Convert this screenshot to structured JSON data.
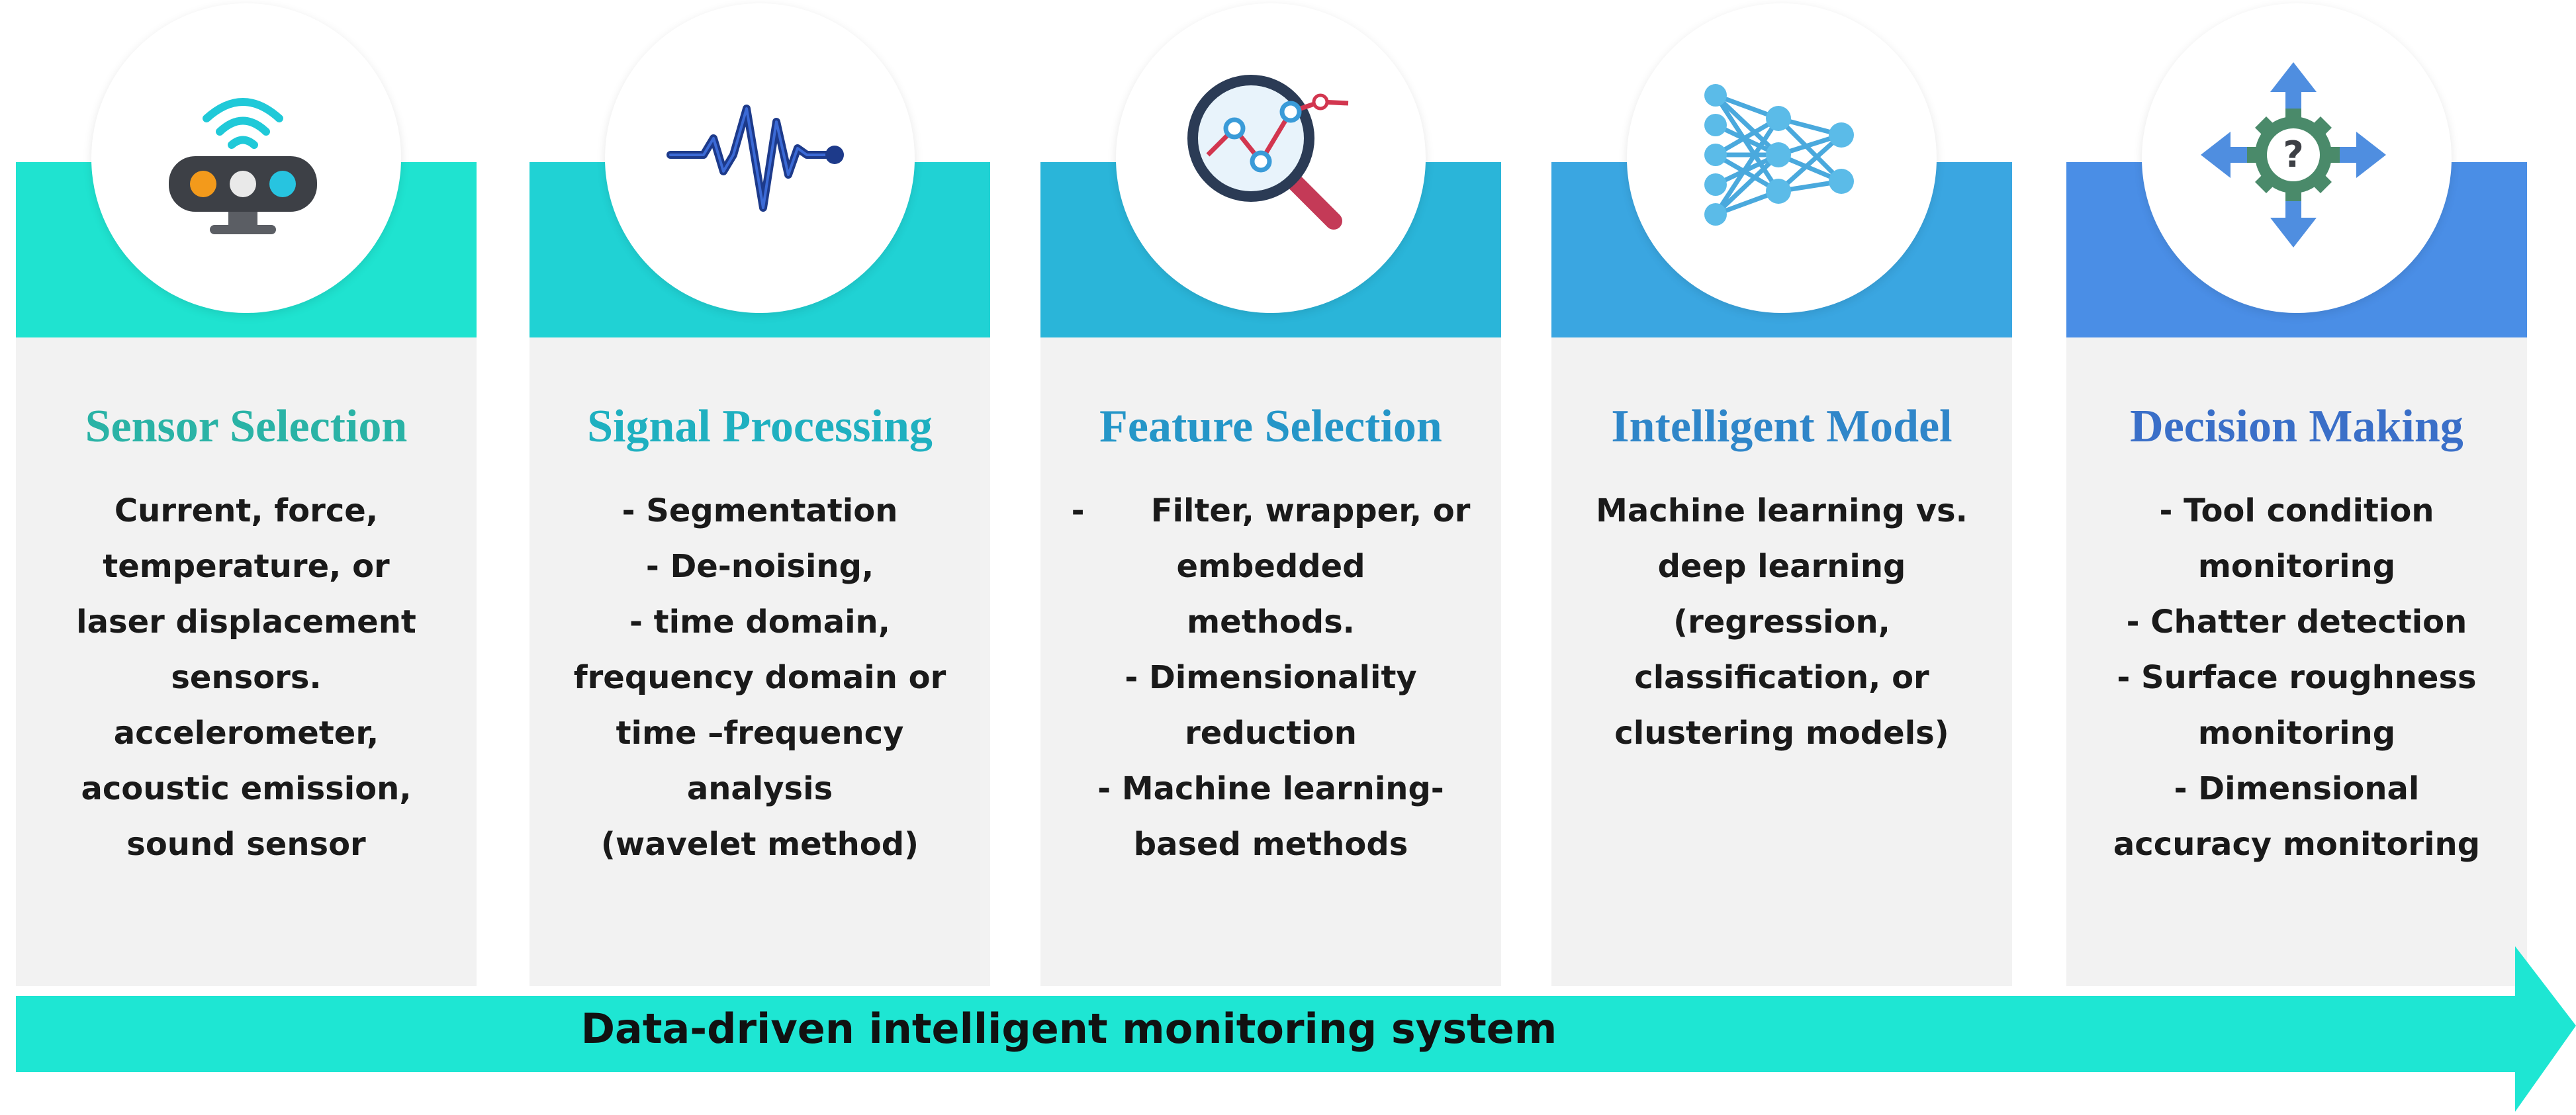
{
  "footer": {
    "label": "Data-driven intelligent monitoring system"
  },
  "colors": {
    "background": "#ffffff",
    "panel": "#f2f2f2",
    "arrow": "#1ee6d3",
    "text": "#1a1a1a"
  },
  "stages": [
    {
      "title": "Sensor Selection",
      "icon": "sensor-wifi-icon",
      "accent": "#1fe3d0",
      "title_color": "#2ab3a6",
      "lines": [
        "Current, force,",
        "temperature, or",
        "laser displacement",
        "sensors.",
        "accelerometer,",
        "acoustic emission,",
        "sound sensor"
      ]
    },
    {
      "title": "Signal Processing",
      "icon": "waveform-icon",
      "accent": "#20d2d4",
      "title_color": "#1fb0c0",
      "lines": [
        "- Segmentation",
        "- De-noising,",
        "- time domain,",
        "frequency domain or",
        "time –frequency",
        "analysis",
        "(wavelet method)"
      ]
    },
    {
      "title": "Feature Selection",
      "icon": "magnifier-chart-icon",
      "accent": "#2ab5d9",
      "title_color": "#2596c8",
      "lines": [
        "-      Filter, wrapper, or",
        "embedded",
        "methods.",
        "- Dimensionality",
        "reduction",
        "- Machine learning-",
        "based methods"
      ]
    },
    {
      "title": "Intelligent Model",
      "icon": "neural-network-icon",
      "accent": "#3aa6e1",
      "title_color": "#2f86c9",
      "lines": [
        "Machine learning vs.",
        "deep learning",
        "(regression,",
        "classification, or",
        "clustering models)"
      ]
    },
    {
      "title": "Decision Making",
      "icon": "gear-question-icon",
      "accent": "#4a8ee6",
      "title_color": "#3a6fc8",
      "lines": [
        "- Tool condition",
        "monitoring",
        "- Chatter detection",
        "- Surface roughness",
        "monitoring",
        "- Dimensional",
        "accuracy monitoring"
      ]
    }
  ]
}
